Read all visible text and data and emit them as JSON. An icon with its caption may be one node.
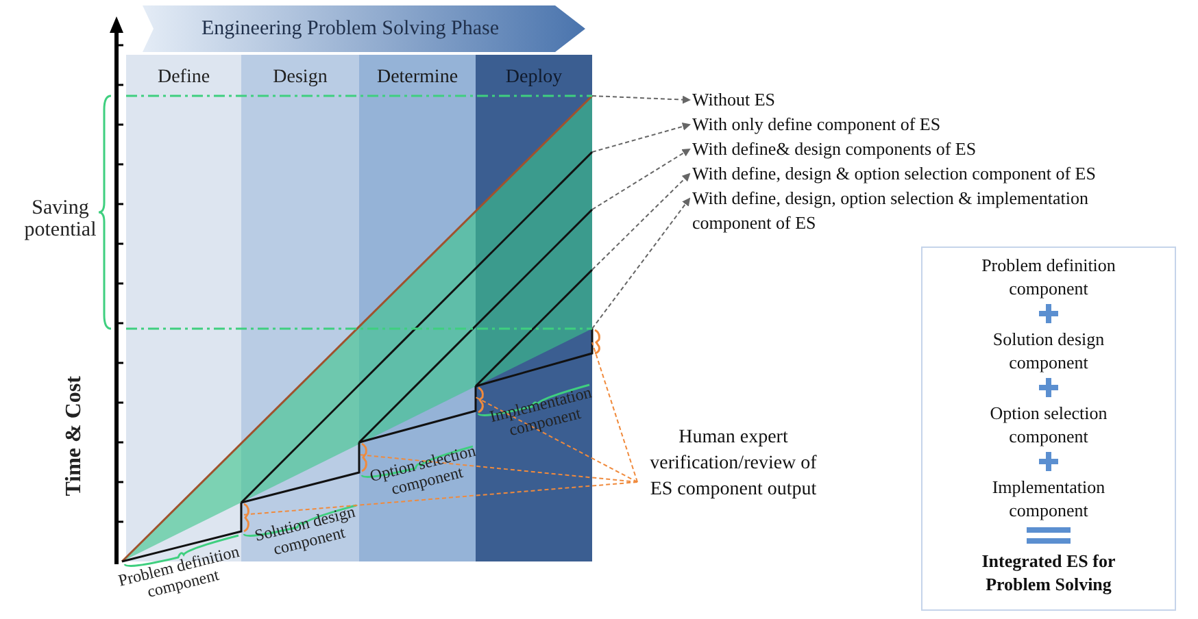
{
  "diagram": {
    "nodes": [
      {
        "text": [
          "Engineering Problem Solving Phase"
        ]
      },
      {
        "text": [
          "Define"
        ]
      },
      {
        "text": [
          "Design"
        ]
      },
      {
        "text": [
          "Determine"
        ]
      },
      {
        "text": [
          "Deploy"
        ]
      },
      {
        "text": [
          "Without ES"
        ]
      },
      {
        "text": [
          "With only define component of ES"
        ]
      },
      {
        "text": [
          "With define& design components of ES"
        ]
      },
      {
        "text": [
          "With define, design & option selection component of ES"
        ]
      },
      {
        "text": [
          "With define, design, option selection & implementation component of ES"
        ]
      },
      {
        "text": [
          "Human expert verification/review of ES component output"
        ]
      },
      {
        "text": [
          "Problem definition component",
          "Solution design component",
          "Option selection component",
          "Implementation component",
          "Integrated ES for Problem Solving"
        ]
      }
    ],
    "edges": [
      {
        "from": 4,
        "to": 5,
        "arrow": "to",
        "style": "dashed"
      },
      {
        "from": 4,
        "to": 6,
        "arrow": "to",
        "style": "dashed"
      },
      {
        "from": 4,
        "to": 7,
        "arrow": "to",
        "style": "dashed"
      },
      {
        "from": 4,
        "to": 8,
        "arrow": "to",
        "style": "dashed"
      },
      {
        "from": 4,
        "to": 9,
        "arrow": "to",
        "style": "dashed"
      },
      {
        "from": 10,
        "to": 4,
        "arrow": "none",
        "style": "dashed",
        "color": "#f08a3c"
      },
      {
        "from": 10,
        "to": 4,
        "arrow": "none",
        "style": "dashed",
        "color": "#f08a3c"
      },
      {
        "from": 10,
        "to": 3,
        "arrow": "none",
        "style": "dashed",
        "color": "#f08a3c"
      },
      {
        "from": 10,
        "to": 2,
        "arrow": "none",
        "style": "dashed",
        "color": "#f08a3c"
      }
    ],
    "labels": [
      "Saving potential",
      "Time & Cost",
      "Problem definition component",
      "Solution design component",
      "Option selection component",
      "Implementation component"
    ]
  }
}
